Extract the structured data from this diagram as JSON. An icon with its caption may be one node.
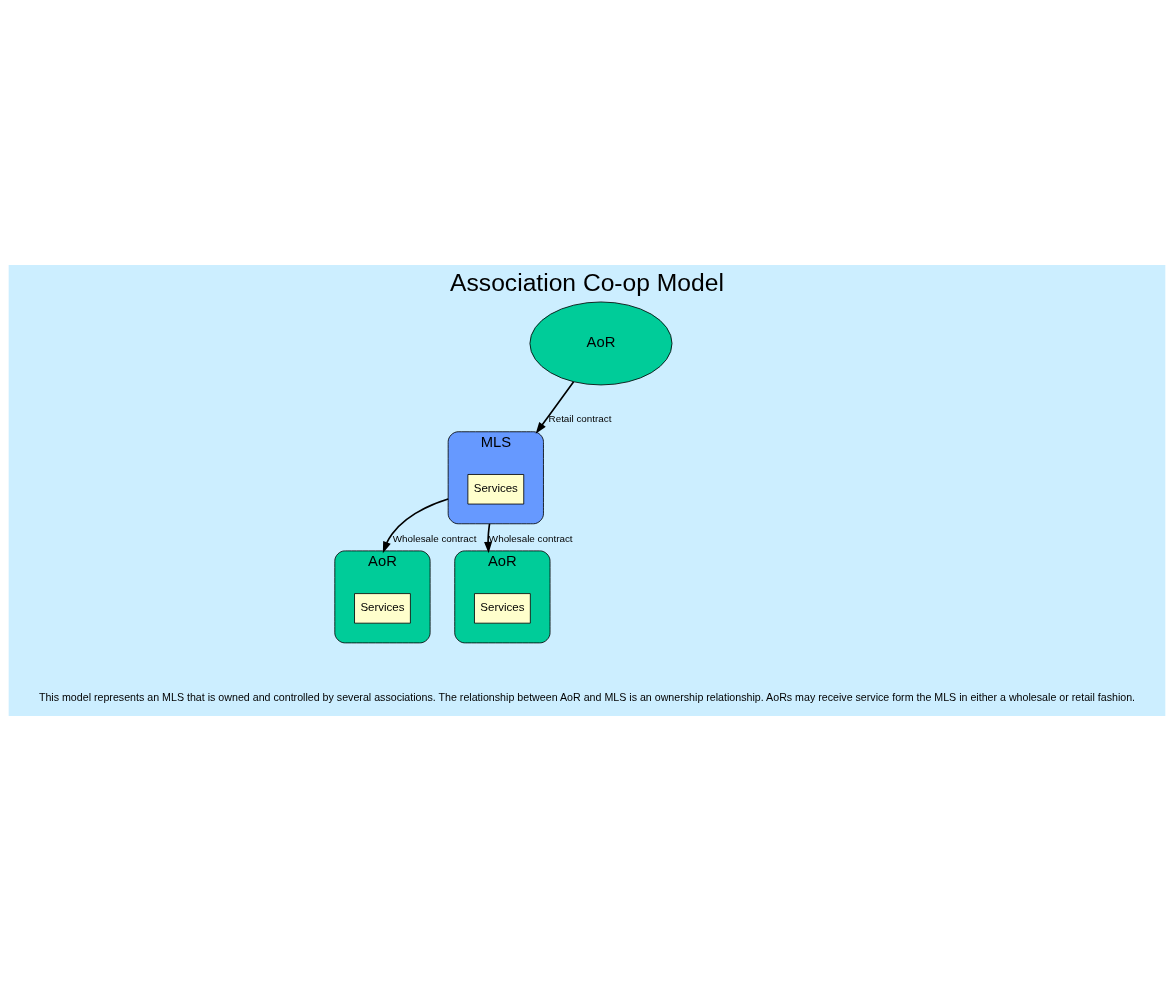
{
  "diagram": {
    "title": "Association Co-op Model",
    "caption": "This model represents an MLS that is owned and controlled by several associations. The relationship between AoR and MLS is an ownership relationship. AoRs may receive service form the MLS in either a wholesale or retail fashion.",
    "nodes": [
      {
        "text": [
          "MLS"
        ]
      },
      {
        "text": [
          "Services"
        ],
        "in": 0
      },
      {
        "text": [
          "AoR"
        ]
      },
      {
        "text": [
          "Services"
        ],
        "in": 2
      },
      {
        "text": [
          "AoR"
        ]
      },
      {
        "text": [
          "AoR"
        ]
      },
      {
        "text": [
          "Services"
        ],
        "in": 5
      }
    ],
    "edges": [
      {
        "from": 0,
        "to": 2,
        "arrow": "to",
        "label": "Wholesale contract"
      },
      {
        "from": 4,
        "to": 0,
        "arrow": "to",
        "label": "Retail contract"
      },
      {
        "from": 0,
        "to": 5,
        "arrow": "to",
        "label": "Wholesale contract"
      }
    ]
  }
}
